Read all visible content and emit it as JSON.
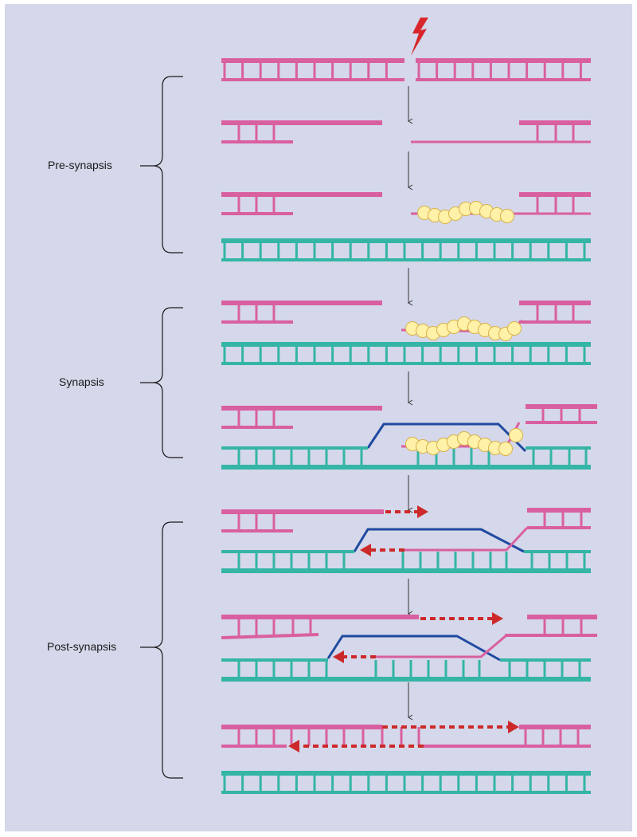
{
  "stages": [
    {
      "label": "Pre-synapsis"
    },
    {
      "label": "Synapsis"
    },
    {
      "label": "Post-synapsis"
    }
  ],
  "colors": {
    "background": "#d5d7ea",
    "broken_dna": "#d960a0",
    "template_dna": "#34b5a5",
    "displaced_strand": "#1f4aa0",
    "rad51_filament": "#fff1a8",
    "synthesis_arrow": "#cc2a2a",
    "lightning": "#d8262c"
  },
  "icons": {
    "break": "lightning-bolt-icon",
    "step": "down-arrow-icon",
    "protein": "rad51-filament"
  }
}
